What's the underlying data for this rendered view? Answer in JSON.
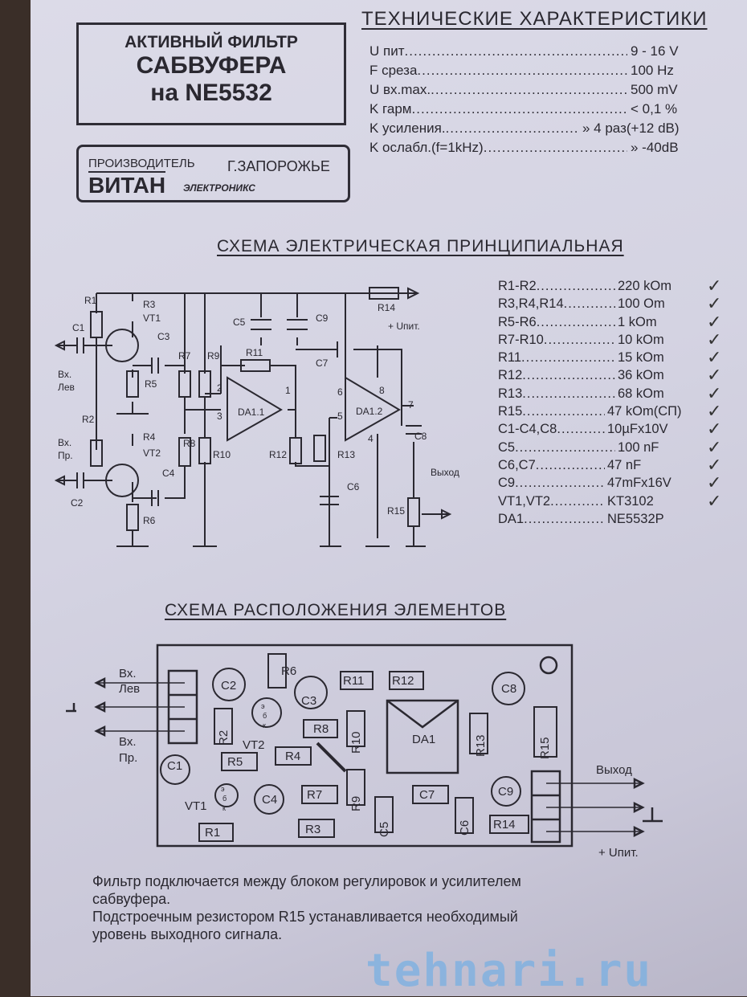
{
  "title_box": {
    "line1": "АКТИВНЫЙ ФИЛЬТР",
    "line2": "САБВУФЕРА",
    "line3": "на NE5532"
  },
  "maker": {
    "label": "ПРОИЗВОДИТЕЛЬ",
    "city": "Г.ЗАПОРОЖЬЕ",
    "brand": "ВИТАН",
    "brand_sub": "ЭЛЕКТРОНИКС"
  },
  "specs": {
    "heading": "ТЕХНИЧЕСКИЕ ХАРАКТЕРИСТИКИ",
    "rows": [
      {
        "name": "U пит",
        "value": "9 - 16 V"
      },
      {
        "name": "F среза",
        "value": "100 Hz"
      },
      {
        "name": "U вх.max.",
        "value": "500 mV"
      },
      {
        "name": "K гарм",
        "value": "< 0,1 %"
      },
      {
        "name": "K усиления.",
        "value": "» 4 раз(+12 dB)"
      },
      {
        "name": "K ослабл.(f=1kHz)",
        "value": "» -40dB"
      }
    ]
  },
  "schematic": {
    "heading": "СХЕМА ЭЛЕКТРИЧЕСКАЯ ПРИНЦИПИАЛЬНАЯ",
    "labels": [
      "R1",
      "R3",
      "VT1",
      "C1",
      "C3",
      "R7",
      "R9",
      "R11",
      "C5",
      "C9",
      "R14",
      "+ Uпит.",
      "C7",
      "Вх.",
      "Лев",
      "R5",
      "2",
      "1",
      "DA1.1",
      "3",
      "6",
      "5",
      "DA1.2",
      "8",
      "7",
      "4",
      "C8",
      "R2",
      "R4",
      "R8",
      "R10",
      "R12",
      "R13",
      "Вх.",
      "Пр.",
      "VT2",
      "C4",
      "C2",
      "R6",
      "C6",
      "R15",
      "Выход"
    ]
  },
  "parts": [
    {
      "ref": "R1-R2",
      "value": "220  kOm"
    },
    {
      "ref": "R3,R4,R14",
      "value": "100  Om"
    },
    {
      "ref": "R5-R6",
      "value": "1 kOm"
    },
    {
      "ref": "R7-R10",
      "value": "10 kOm"
    },
    {
      "ref": "R11",
      "value": "15 kOm"
    },
    {
      "ref": "R12",
      "value": "36 kOm"
    },
    {
      "ref": "R13",
      "value": "68 kOm"
    },
    {
      "ref": "R15",
      "value": "47 kOm(СП)"
    },
    {
      "ref": "C1-C4,C8",
      "value": "10µFx10V"
    },
    {
      "ref": "C5",
      "value": "100 nF"
    },
    {
      "ref": "C6,C7",
      "value": "47 nF"
    },
    {
      "ref": "C9",
      "value": "47mFx16V"
    },
    {
      "ref": "VT1,VT2",
      "value": "KT3102"
    },
    {
      "ref": "DA1",
      "value": "NE5532P"
    }
  ],
  "layout": {
    "heading": "СХЕМА РАСПОЛОЖЕНИЯ ЭЛЕМЕНТОВ",
    "labels": [
      "Вх.",
      "Лев",
      "Вх.",
      "Пр.",
      "C2",
      "R6",
      "C3",
      "R11",
      "R12",
      "C8",
      "R2",
      "R8",
      "R10",
      "DA1",
      "R13",
      "R15",
      "VT2",
      "R5",
      "R4",
      "C1",
      "R9",
      "э",
      "б",
      "к",
      "э",
      "б",
      "к",
      "VT1",
      "C4",
      "R7",
      "C5",
      "C7",
      "C6",
      "C9",
      "R14",
      "R1",
      "R3",
      "Выход",
      "+ Uпит."
    ]
  },
  "footer": {
    "line1": "Фильтр подключается между блоком регулировок и усилителем",
    "line2": "сабвуфера.",
    "line3": "Подстроечным резистором R15 устанавливается необходимый",
    "line4": "уровень выходного сигнала."
  },
  "watermark": "tehnari.ru"
}
